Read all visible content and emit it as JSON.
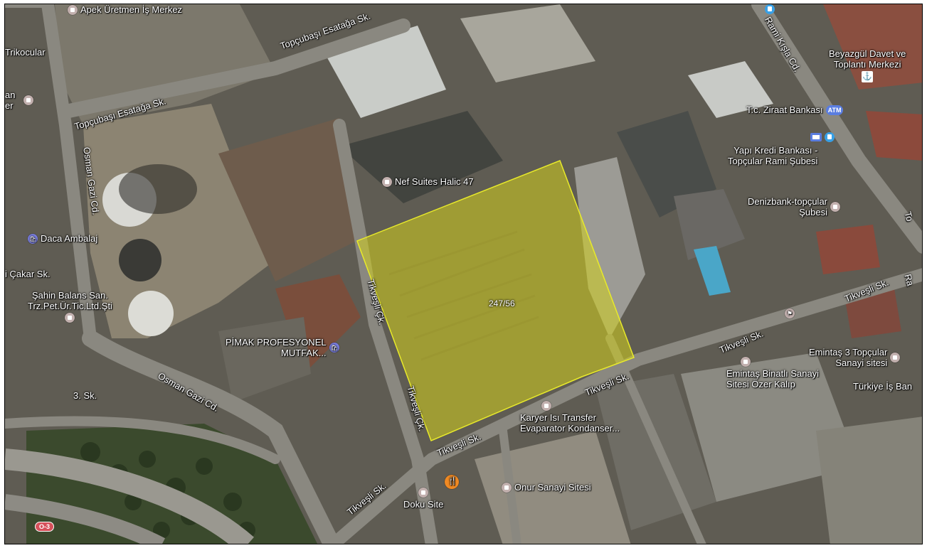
{
  "parcel": {
    "label": "247/56",
    "fill": "#d4d21c",
    "stroke": "#e8ea2a"
  },
  "streets": [
    {
      "id": "topcubasi-esatagha-top",
      "text": "Topçubaşı Esatağa Sk."
    },
    {
      "id": "topcubasi-esatagha-left",
      "text": "Topçubaşı Esatağa Sk."
    },
    {
      "id": "osman-gazi-cd-vertical",
      "text": "Osman Gazi Cd."
    },
    {
      "id": "osman-gazi-cd-diagonal",
      "text": "Osman Gazi Cd."
    },
    {
      "id": "rami-kisla-cd",
      "text": "Rami Kışla Cd."
    },
    {
      "id": "tikvesli-cik-upper",
      "text": "Tikveşli Çk."
    },
    {
      "id": "tikvesli-cik-lower",
      "text": "Tikveşli Çk."
    },
    {
      "id": "tikvesli-sk-1",
      "text": "Tikveşli Sk."
    },
    {
      "id": "tikvesli-sk-2",
      "text": "Tikveşli Sk."
    },
    {
      "id": "tikvesli-sk-3",
      "text": "Tikveşli Sk."
    },
    {
      "id": "tikvesli-sk-4",
      "text": "Tikveşli Sk."
    },
    {
      "id": "tikvesli-sk-5",
      "text": "Tikveşli Sk."
    },
    {
      "id": "cakar-sk",
      "text": "i Çakar Sk."
    },
    {
      "id": "3-sk",
      "text": "3. Sk."
    },
    {
      "id": "trikocular",
      "text": "Trikocular"
    },
    {
      "id": "san-er",
      "text": "an\ner"
    },
    {
      "id": "edge-to",
      "text": "To"
    },
    {
      "id": "edge-ra",
      "text": "Ra"
    }
  ],
  "pois": [
    {
      "id": "apek",
      "name": "Apek Üretmen İş Merkez",
      "icon": "generic"
    },
    {
      "id": "nef-suites",
      "name": "Nef Suites Halic 47",
      "icon": "generic"
    },
    {
      "id": "daca",
      "name": "Daca Ambalaj",
      "icon": "shopping"
    },
    {
      "id": "sahin",
      "name": "Şahin Balans San.\nTrz.Pet.Ür.Tic.Ltd.Şti",
      "icon": "generic"
    },
    {
      "id": "pimak",
      "name": "PİMAK PROFESYONEL\nMUTFAK...",
      "icon": "shopping"
    },
    {
      "id": "beyazgul",
      "name": "Beyazgül Davet ve\nToplantı Merkezi",
      "icon": "monument"
    },
    {
      "id": "ziraat",
      "name": "T.c. Ziraat Bankası",
      "icon": "atm",
      "badge": "ATM"
    },
    {
      "id": "yapi-kredi",
      "name": "Yapı Kredi Bankası -\nTopçular Rami Şubesi",
      "icon": "bank"
    },
    {
      "id": "denizbank",
      "name": "Denizbank-topçular\nŞubesi",
      "icon": "generic"
    },
    {
      "id": "emintas-3",
      "name": "Emintaş 3 Topçular\nSanayi sitesi",
      "icon": "generic"
    },
    {
      "id": "emintas-binatli",
      "name": "Emintaş Binatlı Sanayi\nSitesi Özer Kalıp",
      "icon": "generic"
    },
    {
      "id": "turkiye-is",
      "name": "Türkiye İş Ban",
      "icon": "none"
    },
    {
      "id": "karyer",
      "name": "Karyer Isı Transfer\nEvaparator Kondanser...",
      "icon": "generic"
    },
    {
      "id": "onur",
      "name": "Onur Sanayi Sitesi",
      "icon": "generic"
    },
    {
      "id": "doku",
      "name": "Doku Site",
      "icon": "generic"
    },
    {
      "id": "restaurant",
      "name": "",
      "icon": "restaurant"
    },
    {
      "id": "school",
      "name": "",
      "icon": "education"
    }
  ],
  "road_shield": "O-3",
  "colors": {
    "poi_pin": "#c2b0ae",
    "shop_pin": "#7b7fe0",
    "bank_blue": "#5a7de0",
    "bus_blue": "#38a0e6",
    "food_orange": "#f08a24",
    "shield_red": "#d6505a"
  }
}
